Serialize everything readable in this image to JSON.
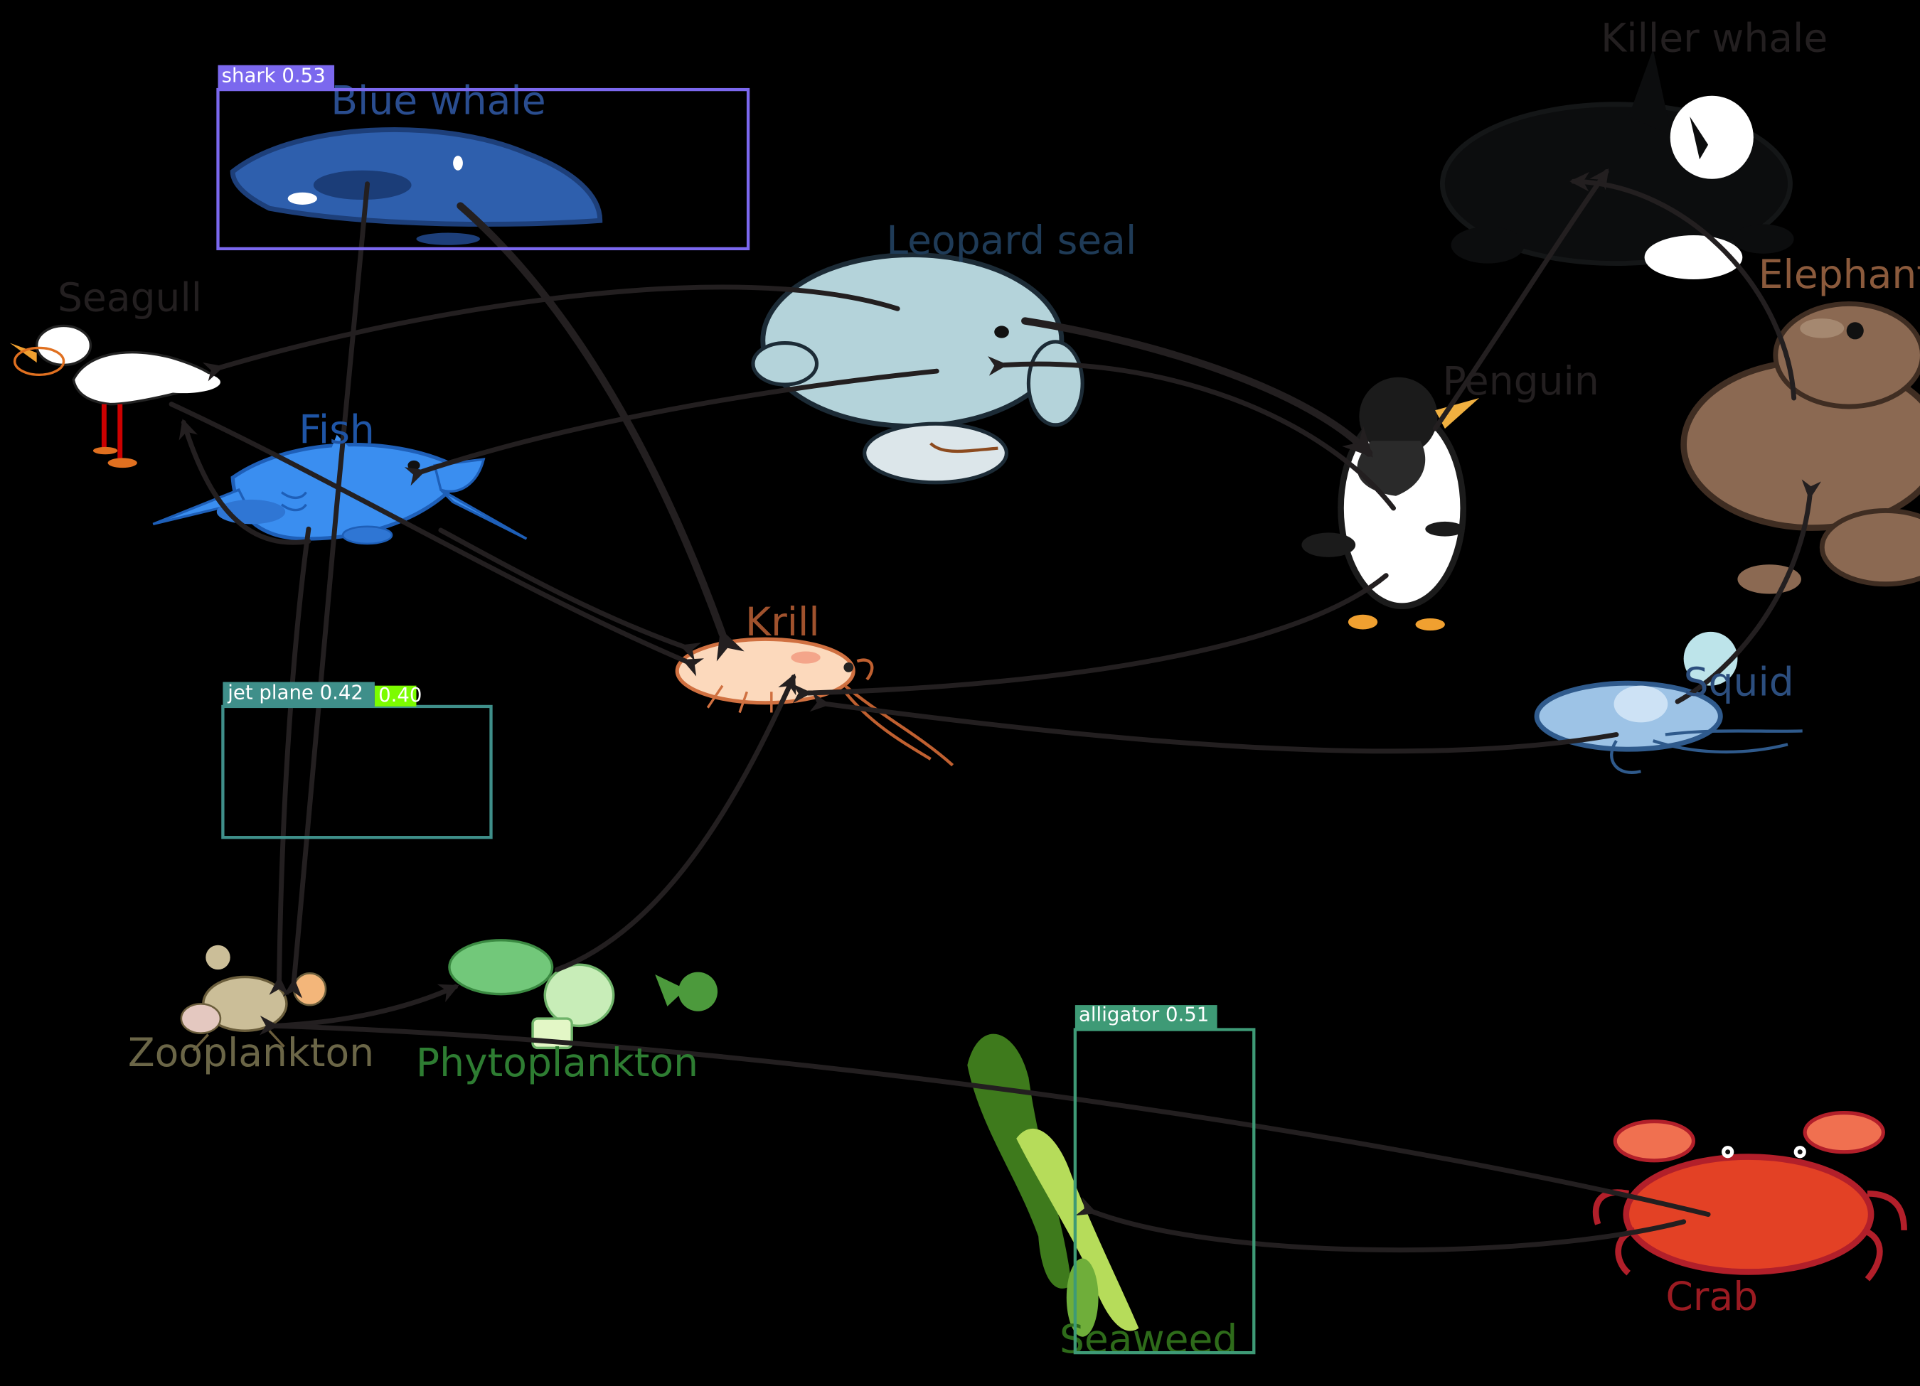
{
  "organisms": {
    "killer_whale": "Killer whale",
    "blue_whale": "Blue whale",
    "leopard_seal": "Leopard seal",
    "elephant": "Elephant",
    "seagull": "Seagull",
    "penguin": "Penguin",
    "fish": "Fish",
    "krill": "Krill",
    "squid": "Squid",
    "zooplankton": "Zooplankton",
    "phytoplankton": "Phytoplankton",
    "seaweed": "Seaweed",
    "crab": "Crab"
  },
  "detections": [
    {
      "label": "shark 0.53",
      "color": "#7B68EE"
    },
    {
      "label": "jet plane 0.42",
      "color": "#3F8F8A"
    },
    {
      "label": "0.40",
      "color": "#7CFC00"
    },
    {
      "label": "alligator 0.51",
      "color": "#3E9A76"
    }
  ],
  "colors": {
    "background": "#000000",
    "arrow": "#231F20",
    "label_dark": "#231F20"
  }
}
